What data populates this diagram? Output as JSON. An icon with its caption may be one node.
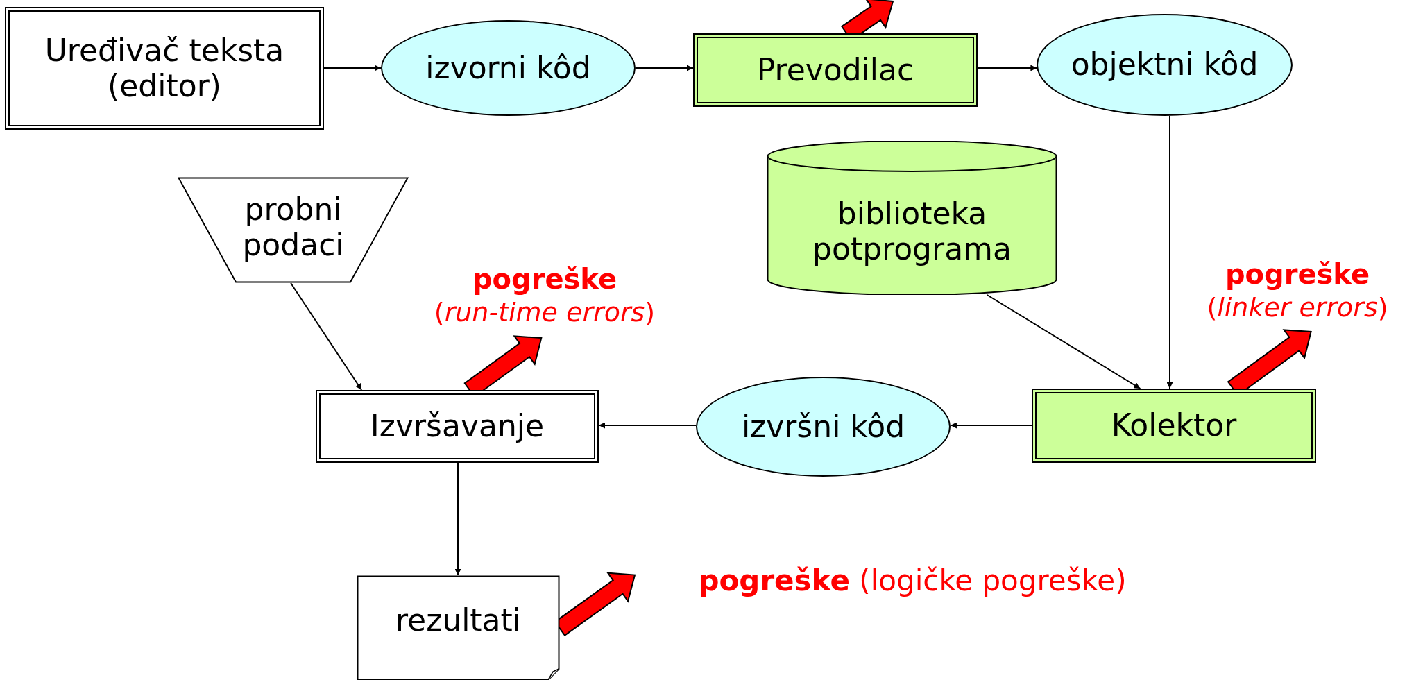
{
  "diagram": {
    "nodes": [
      {
        "text": [
          "Uređivač teksta (editor)"
        ]
      },
      {
        "text": [
          "izvorni kôd"
        ]
      },
      {
        "text": [
          "Prevodilac"
        ]
      },
      {
        "text": [
          "objektni kôd"
        ]
      },
      {
        "text": [
          "biblioteka potprograma"
        ]
      },
      {
        "text": [
          "probni podaci"
        ]
      },
      {
        "text": [
          "pogreške",
          "(*run-time errors*)"
        ]
      },
      {
        "text": [
          "pogreške",
          "(*linker errors*)"
        ]
      },
      {
        "text": [
          "Izvršavanje"
        ]
      },
      {
        "text": [
          "izvršni kôd"
        ]
      },
      {
        "text": [
          "Kolektor"
        ]
      },
      {
        "text": [
          "rezultati"
        ]
      },
      {
        "text": [
          "**pogreške** (logičke pogreške)"
        ]
      }
    ],
    "edges": [
      {
        "from": 0,
        "to": 1,
        "arrow": "to"
      },
      {
        "from": 1,
        "to": 2,
        "arrow": "to"
      },
      {
        "from": 2,
        "to": 3,
        "arrow": "to"
      },
      {
        "from": 3,
        "to": 10,
        "arrow": "to"
      },
      {
        "from": 4,
        "to": 10,
        "arrow": "to"
      },
      {
        "from": 10,
        "to": 9,
        "arrow": "to"
      },
      {
        "from": 9,
        "to": 8,
        "arrow": "to"
      },
      {
        "from": 5,
        "to": 8,
        "arrow": "to"
      },
      {
        "from": 8,
        "to": 11,
        "arrow": "to"
      },
      {
        "from": 2,
        "to": null,
        "arrow": "to",
        "style": "thick",
        "color": "#ff0000"
      },
      {
        "from": 8,
        "to": 6,
        "arrow": "to",
        "style": "thick",
        "color": "#ff0000"
      },
      {
        "from": 10,
        "to": 7,
        "arrow": "to",
        "style": "thick",
        "color": "#ff0000"
      },
      {
        "from": 11,
        "to": 12,
        "arrow": "to",
        "style": "thick",
        "color": "#ff0000"
      }
    ]
  }
}
